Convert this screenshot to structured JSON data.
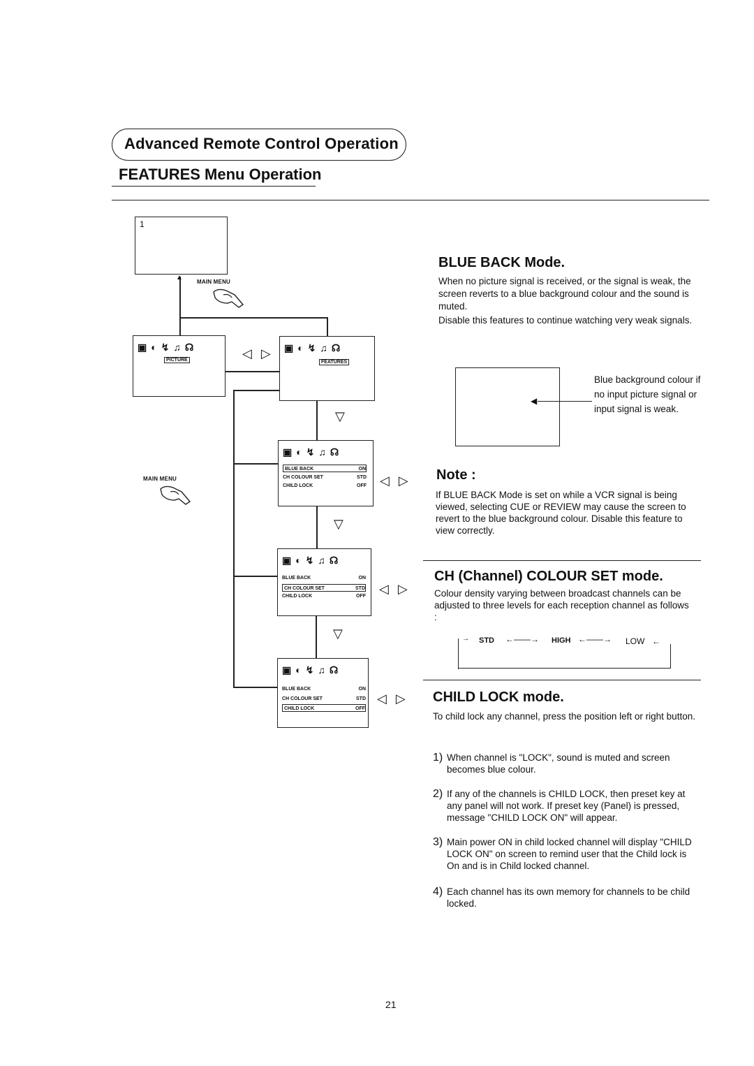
{
  "header": {
    "section_title": "Advanced Remote Control Operation",
    "page_title": "FEATURES Menu Operation"
  },
  "diagram": {
    "screen_number": "1",
    "main_menu_label": "MAIN MENU",
    "picture_tab": "PICTURE",
    "features_tab": "FEATURES",
    "menu_items": {
      "blue_back": "BLUE BACK",
      "blue_back_value": "ON",
      "ch_colour_set": "CH COLOUR SET",
      "ch_colour_set_value": "STD",
      "child_lock": "CHILD LOCK",
      "child_lock_value": "OFF"
    },
    "left_right_arrows": "◁ ▷",
    "down_arrow": "▽"
  },
  "blue_back": {
    "title": "BLUE BACK Mode.",
    "para1": "When no picture signal is received, or the signal is weak, the screen reverts to a blue background colour and the sound is muted.",
    "para2": "Disable this features to continue watching very weak signals.",
    "callout": "Blue background colour if no input picture signal or input signal is weak."
  },
  "note": {
    "title": "Note :",
    "text": "If BLUE BACK Mode is set on while a VCR signal is being viewed, selecting CUE or REVIEW may cause the screen to revert to the blue background colour. Disable this feature to view correctly."
  },
  "ch_colour": {
    "title": "CH (Channel) COLOUR SET mode.",
    "text": "Colour density varying between broadcast channels can be adjusted to three levels for each reception channel as follows :",
    "levels": [
      "STD",
      "HIGH",
      "LOW"
    ]
  },
  "child_lock": {
    "title": "CHILD LOCK mode.",
    "intro": "To child lock any channel, press the position left or right button.",
    "items": [
      {
        "n": "1)",
        "text": "When channel is \"LOCK\", sound is muted and screen becomes blue colour."
      },
      {
        "n": "2)",
        "text": "If any of the channels is CHILD LOCK, then preset key at any panel will not work. If preset key (Panel) is pressed, message \"CHILD LOCK ON\" will appear."
      },
      {
        "n": "3)",
        "text": "Main power ON in child locked channel will display \"CHILD LOCK ON\" on screen to remind user that the Child lock is On and is in Child locked channel."
      },
      {
        "n": "4)",
        "text": "Each channel has its own memory for channels to be child locked."
      }
    ]
  },
  "page_number": "21"
}
